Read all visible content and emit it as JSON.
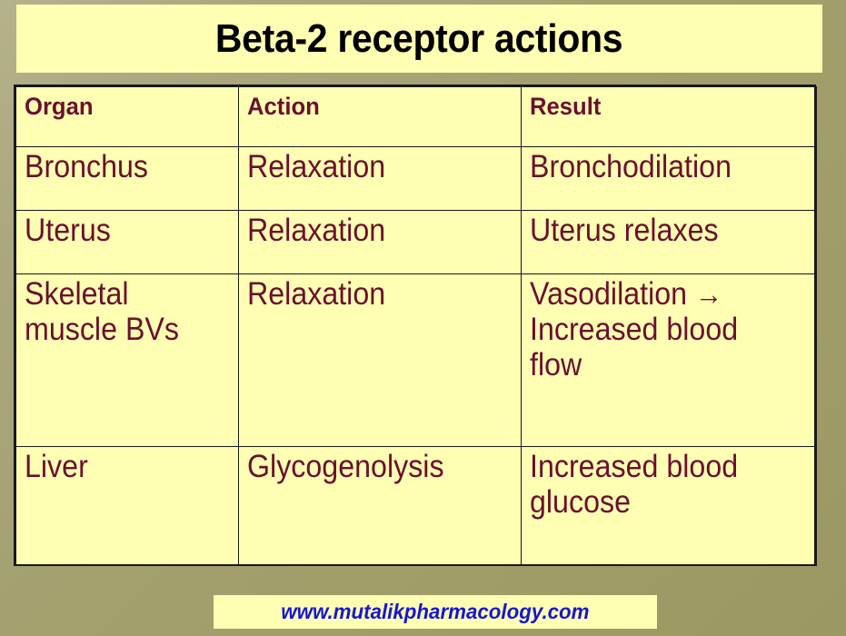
{
  "slide": {
    "title": "Beta-2 receptor actions",
    "title_color": "#000000",
    "banner_background": "#ffffb3",
    "page_background": "#a3a06e"
  },
  "table": {
    "text_color": "#6b0f2e",
    "border_color": "#18181d",
    "background": "#ffffb3",
    "columns": [
      {
        "key": "organ",
        "header": "Organ"
      },
      {
        "key": "action",
        "header": "Action"
      },
      {
        "key": "result",
        "header": "Result"
      }
    ],
    "rows": [
      {
        "organ": "Bronchus",
        "action": "Relaxation",
        "result": "Bronchodilation"
      },
      {
        "organ": "Uterus",
        "action": "Relaxation",
        "result": "Uterus relaxes"
      },
      {
        "organ": "Skeletal\nmuscle BVs",
        "action": "Relaxation",
        "result_before_arrow": "Vasodilation ",
        "result_arrow": "→",
        "result_after_arrow": "\nIncreased blood\nflow"
      },
      {
        "organ": "Liver",
        "action": "Glycogenolysis",
        "result": "Increased blood\nglucose"
      }
    ]
  },
  "footer": {
    "url": "www.mutalikpharmacology.com",
    "url_color": "#1516d4",
    "background": "#ffffb3"
  }
}
